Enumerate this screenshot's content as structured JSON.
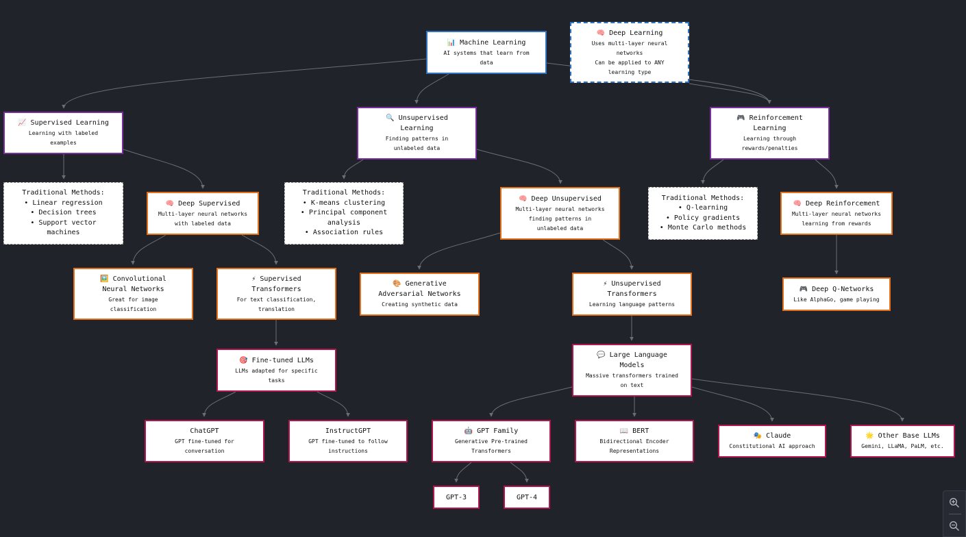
{
  "colors": {
    "background": "#21232b",
    "edge": "#6b6e78",
    "root_border": "#2f73c2",
    "category_border": "#7a2e9e",
    "architecture_border": "#e5711d",
    "model_border": "#b3154f",
    "traditional_border": "#888888"
  },
  "nodes": {
    "ml": {
      "icon": "bar-chart-icon",
      "emoji": "📊",
      "title": "Machine Learning",
      "desc": [
        "AI systems that learn from",
        "data"
      ]
    },
    "dl": {
      "icon": "brain-icon",
      "emoji": "🧠",
      "title": "Deep Learning",
      "desc": [
        "Uses multi-layer neural",
        "networks",
        "Can be applied to ANY",
        "learning type"
      ]
    },
    "sl": {
      "icon": "chart-increasing-icon",
      "emoji": "📈",
      "title": "Supervised Learning",
      "desc": [
        "Learning with labeled",
        "examples"
      ]
    },
    "ul": {
      "icon": "magnifier-icon",
      "emoji": "🔍",
      "title": "Unsupervised Learning",
      "desc": [
        "Finding patterns in",
        "unlabeled data"
      ]
    },
    "rl": {
      "icon": "game-controller-icon",
      "emoji": "🎮",
      "title": "Reinforcement Learning",
      "desc": [
        "Learning through",
        "rewards/penalties"
      ]
    },
    "t_sl": {
      "lines": [
        "Traditional Methods:",
        "• Linear regression",
        "• Decision trees",
        "• Support vector machines"
      ]
    },
    "t_ul": {
      "lines": [
        "Traditional Methods:",
        "• K-means clustering",
        "• Principal component analysis",
        "• Association rules"
      ]
    },
    "t_rl": {
      "lines": [
        "Traditional Methods:",
        "• Q-learning",
        "• Policy gradients",
        "• Monte Carlo methods"
      ]
    },
    "ds": {
      "icon": "brain-icon",
      "emoji": "🧠",
      "title": "Deep Supervised",
      "desc": [
        "Multi-layer neural networks",
        "with labeled data"
      ]
    },
    "du": {
      "icon": "brain-icon",
      "emoji": "🧠",
      "title": "Deep Unsupervised",
      "desc": [
        "Multi-layer neural networks",
        "finding patterns in",
        "unlabeled data"
      ]
    },
    "dr": {
      "icon": "brain-icon",
      "emoji": "🧠",
      "title": "Deep Reinforcement",
      "desc": [
        "Multi-layer neural networks",
        "learning from rewards"
      ]
    },
    "cnn": {
      "icon": "picture-icon",
      "emoji": "🖼️",
      "title": "Convolutional Neural Networks",
      "desc": [
        "Great for image",
        "classification"
      ]
    },
    "st": {
      "icon": "lightning-icon",
      "emoji": "⚡",
      "title": "Supervised Transformers",
      "desc": [
        "For text classification,",
        "translation"
      ]
    },
    "gan": {
      "icon": "palette-icon",
      "emoji": "🎨",
      "title": "Generative Adversarial Networks",
      "desc": [
        "Creating synthetic data"
      ]
    },
    "ut": {
      "icon": "lightning-icon",
      "emoji": "⚡",
      "title": "Unsupervised Transformers",
      "desc": [
        "Learning language patterns"
      ]
    },
    "dqn": {
      "icon": "game-controller-icon",
      "emoji": "🎮",
      "title": "Deep Q-Networks",
      "desc": [
        "Like AlphaGo, game playing"
      ]
    },
    "ft": {
      "icon": "target-icon",
      "emoji": "🎯",
      "title": "Fine-tuned LLMs",
      "desc": [
        "LLMs adapted for specific",
        "tasks"
      ]
    },
    "llm": {
      "icon": "speech-bubble-icon",
      "emoji": "💬",
      "title": "Large Language Models",
      "desc": [
        "Massive transformers trained",
        "on text"
      ]
    },
    "chatgpt": {
      "title": "ChatGPT",
      "desc": [
        "GPT fine-tuned for",
        "conversation"
      ]
    },
    "instructgpt": {
      "title": "InstructGPT",
      "desc": [
        "GPT fine-tuned to follow",
        "instructions"
      ]
    },
    "gpt": {
      "icon": "robot-icon",
      "emoji": "🤖",
      "title": "GPT Family",
      "desc": [
        "Generative Pre-trained",
        "Transformers"
      ]
    },
    "bert": {
      "icon": "book-icon",
      "emoji": "📖",
      "title": "BERT",
      "desc": [
        "Bidirectional Encoder",
        "Representations"
      ]
    },
    "claude": {
      "icon": "theater-masks-icon",
      "emoji": "🎭",
      "title": "Claude",
      "desc": [
        "Constitutional AI approach"
      ]
    },
    "other": {
      "icon": "sparkle-icon",
      "emoji": "🌟",
      "title": "Other Base LLMs",
      "desc": [
        "Gemini, LLaMA, PaLM, etc."
      ]
    },
    "gpt3": {
      "title": "GPT-3"
    },
    "gpt4": {
      "title": "GPT-4"
    }
  },
  "zoom": {
    "in_icon": "zoom-in-icon",
    "out_icon": "zoom-out-icon"
  }
}
